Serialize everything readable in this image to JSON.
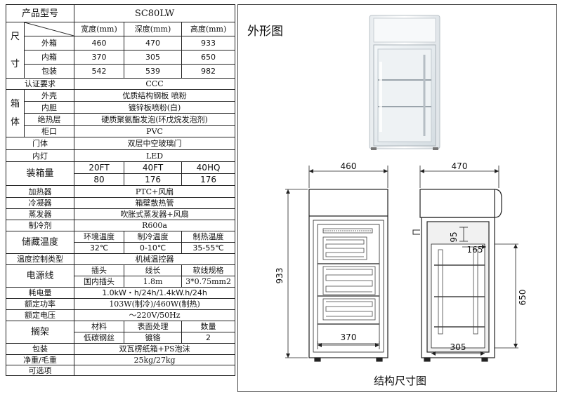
{
  "model": {
    "label": "产品型号",
    "value": "SC80LW"
  },
  "size": {
    "group": [
      "尺",
      "寸"
    ],
    "headers": [
      "宽度(mm)",
      "深度(mm)",
      "高度(mm)"
    ],
    "rows": [
      {
        "label": "外箱",
        "values": [
          "460",
          "470",
          "933"
        ]
      },
      {
        "label": "内箱",
        "values": [
          "370",
          "305",
          "650"
        ]
      },
      {
        "label": "包装",
        "values": [
          "542",
          "539",
          "982"
        ]
      }
    ]
  },
  "certification": {
    "label": "认证要求",
    "value": "CCC"
  },
  "cabinet": {
    "group": [
      "箱",
      "体"
    ],
    "rows": [
      {
        "label": "外壳",
        "value": "优质结构钢板 喷粉"
      },
      {
        "label": "内胆",
        "value": "镀锌板喷粉(白)"
      },
      {
        "label": "绝热层",
        "value": "硬质聚氨酯发泡(环戊烷发泡剂)"
      },
      {
        "label": "柜口",
        "value": "PVC"
      }
    ]
  },
  "door": {
    "label": "门体",
    "value": "双层中空玻璃门"
  },
  "light": {
    "label": "内灯",
    "value": "LED"
  },
  "loading": {
    "label": "装箱量",
    "headers": [
      "20FT",
      "40FT",
      "40HQ"
    ],
    "values": [
      "80",
      "176",
      "176"
    ]
  },
  "heater": {
    "label": "加热器",
    "value": "PTC+风扇"
  },
  "condenser": {
    "label": "冷凝器",
    "value": "箱壁散热管"
  },
  "evaporator": {
    "label": "蒸发器",
    "value": "吹胀式蒸发器+风扇"
  },
  "refrigerant": {
    "label": "制冷剂",
    "value": "R600a"
  },
  "storage_temp": {
    "label": "储藏温度",
    "headers": [
      "环境温度",
      "制冷温度",
      "制热温度"
    ],
    "values": [
      "32℃",
      "0-10℃",
      "35-55℃"
    ]
  },
  "temp_control": {
    "label": "温度控制类型",
    "value": "机械温控器"
  },
  "power_cord": {
    "label": "电源线",
    "headers": [
      "插头",
      "线长",
      "软线规格"
    ],
    "values": [
      "国内插头",
      "1.8m",
      "3*0.75mm2"
    ]
  },
  "consumption": {
    "label": "耗电量",
    "value": "1.0kW・h/24h/1.4kW.h/24h"
  },
  "rated_power": {
    "label": "额定功率",
    "value": "103W(制冷)/460W(制热)"
  },
  "rated_voltage": {
    "label": "额定电压",
    "value": "～220V/50Hz"
  },
  "shelf": {
    "label": "搁架",
    "headers": [
      "材料",
      "表面处理",
      "数量"
    ],
    "values": [
      "低碳钢丝",
      "镀铬",
      "2"
    ]
  },
  "packing": {
    "label": "包装",
    "value": "双瓦楞纸箱+PS泡沫"
  },
  "weight": {
    "label": "净重/毛重",
    "value": "25kg/27kg"
  },
  "options": {
    "label": "可选项",
    "value": ""
  },
  "appearance_title": "外形图",
  "structure_title": "结构尺寸图",
  "dimensions": {
    "front_width": "460",
    "side_depth": "470",
    "total_height": "933",
    "inner_width": "370",
    "inner_depth": "305",
    "inner_height": "650",
    "top_offset": "95",
    "shelf_offset": "165"
  }
}
